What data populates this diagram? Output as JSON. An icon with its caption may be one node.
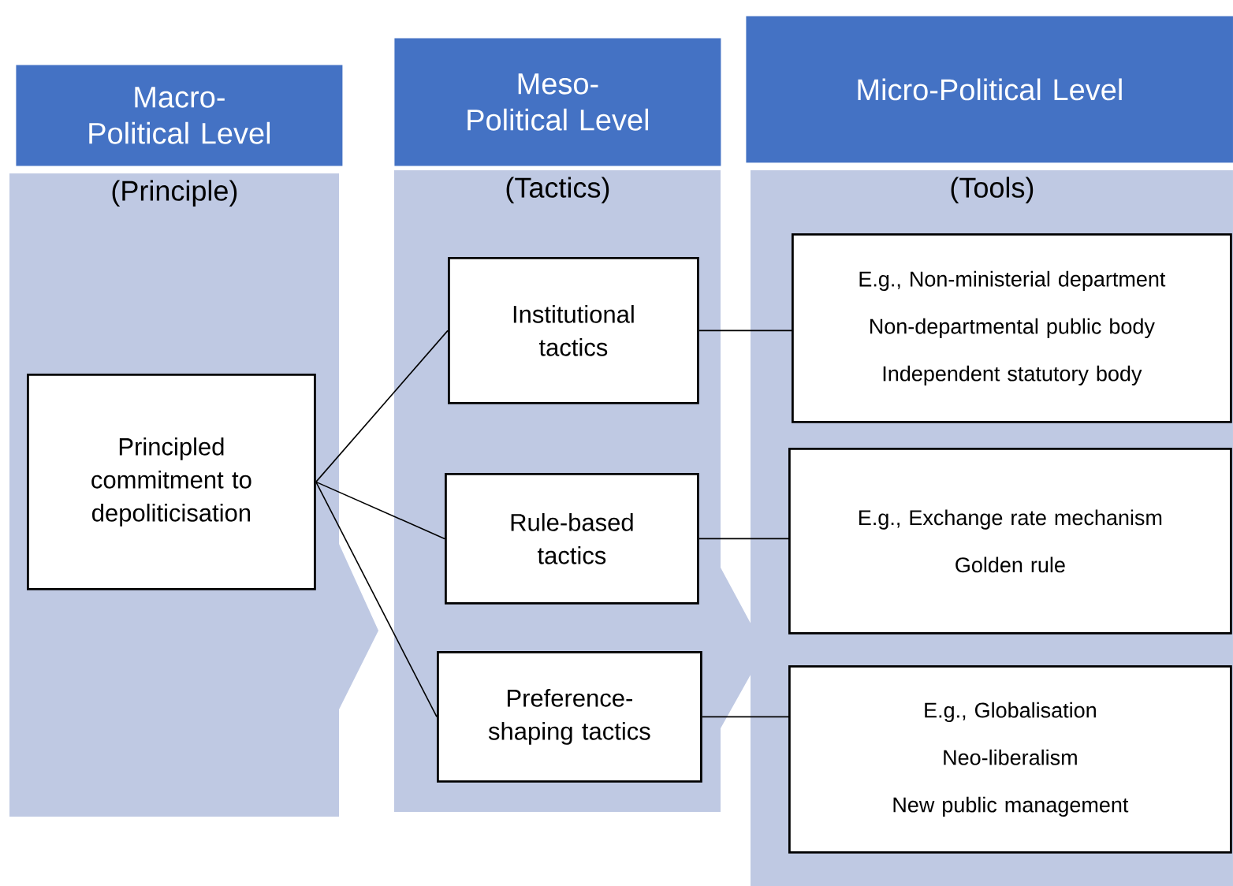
{
  "diagram": {
    "nodes": [
      {
        "text": [
          "Macro-Political Level"
        ]
      },
      {
        "text": [
          "(Principle)"
        ]
      },
      {
        "text": [
          "Principled commitment to depoliticisation"
        ],
        "in": 1
      },
      {
        "text": [
          "Meso-Political Level"
        ]
      },
      {
        "text": [
          "(Tactics)"
        ]
      },
      {
        "text": [
          "Institutional tactics"
        ],
        "in": 4
      },
      {
        "text": [
          "Rule-based tactics"
        ],
        "in": 4
      },
      {
        "text": [
          "Preference-shaping tactics"
        ],
        "in": 4
      },
      {
        "text": [
          "Micro-Political Level"
        ]
      },
      {
        "text": [
          "(Tools)"
        ]
      },
      {
        "text": [
          "E.g., Non-ministerial department",
          "Non-departmental public body",
          "Independent statutory body"
        ],
        "in": 9
      },
      {
        "text": [
          "E.g., Exchange rate mechanism",
          "Golden rule"
        ],
        "in": 9
      },
      {
        "text": [
          "E.g., Globalisation",
          "Neo-liberalism",
          "New public management"
        ],
        "in": 9
      }
    ],
    "edges": [
      {
        "from": 2,
        "to": 5,
        "arrow": "none"
      },
      {
        "from": 2,
        "to": 6,
        "arrow": "none"
      },
      {
        "from": 2,
        "to": 7,
        "arrow": "none"
      },
      {
        "from": 5,
        "to": 10,
        "arrow": "none"
      },
      {
        "from": 6,
        "to": 11,
        "arrow": "none"
      },
      {
        "from": 7,
        "to": 12,
        "arrow": "none"
      }
    ]
  }
}
